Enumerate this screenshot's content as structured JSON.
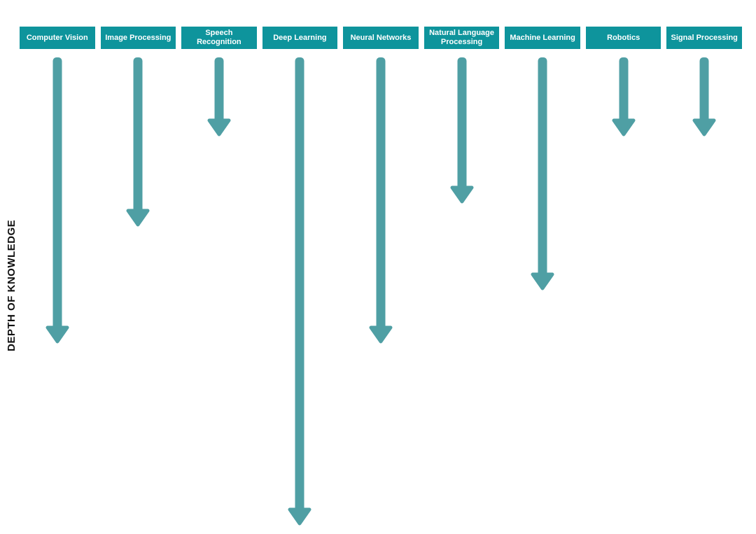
{
  "chart_data": {
    "type": "bar",
    "title": "",
    "xlabel": "",
    "ylabel": "DEPTH OF KNOWLEDGE",
    "categories": [
      "Computer Vision",
      "Image Processing",
      "Speech Recognition",
      "Deep Learning",
      "Neural Networks",
      "Natural Language Processing",
      "Machine Learning",
      "Robotics",
      "Signal Processing"
    ],
    "values": [
      410,
      243,
      114,
      670,
      410,
      210,
      334,
      114,
      114
    ],
    "value_meaning": "relative depth of knowledge shown as downward arrow length (px)",
    "orientation": "vertical-down-arrows",
    "grid": false,
    "legend": "none",
    "colors": {
      "header_bg": "#0e949c",
      "header_text": "#ffffff",
      "arrow": "#4f9fa4",
      "axis_label_text": "#111111"
    }
  }
}
